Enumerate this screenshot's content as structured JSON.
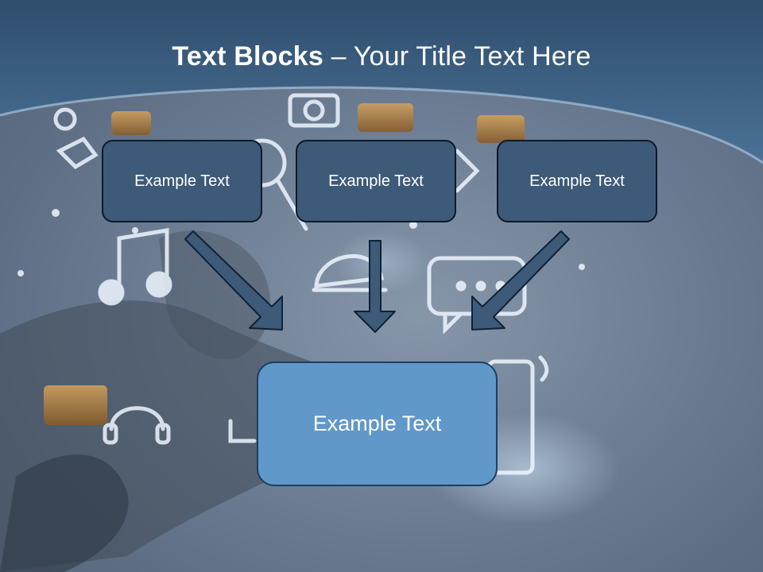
{
  "title": {
    "bold": "Text Blocks",
    "rest": " – Your Title Text Here"
  },
  "boxes": {
    "top": [
      "Example Text",
      "Example Text",
      "Example Text"
    ],
    "bottom": "Example Text"
  },
  "colors": {
    "header": "#3b5f82",
    "small_box_fill": "#3d5a78",
    "big_box_fill": "#6098c9",
    "arrow": "#3d5a78"
  }
}
